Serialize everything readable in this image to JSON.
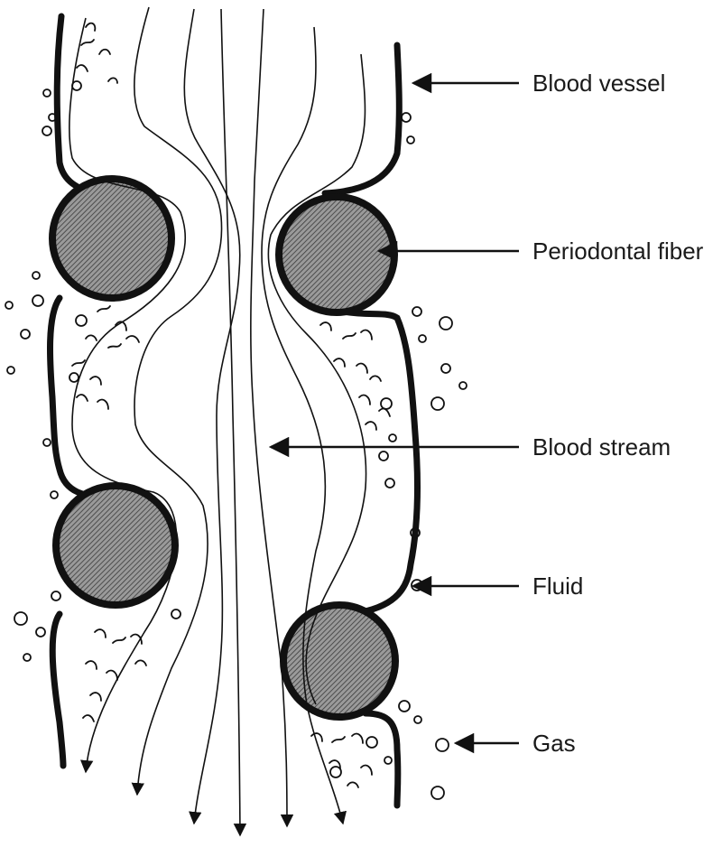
{
  "labels": {
    "blood_vessel": "Blood vessel",
    "periodontal_fiber": "Periodontal fiber",
    "blood_stream": "Blood stream",
    "fluid": "Fluid",
    "gas": "Gas"
  },
  "colors": {
    "ink": "#111111",
    "fiber_fill": "#8a8a8a",
    "background": "#ffffff"
  }
}
